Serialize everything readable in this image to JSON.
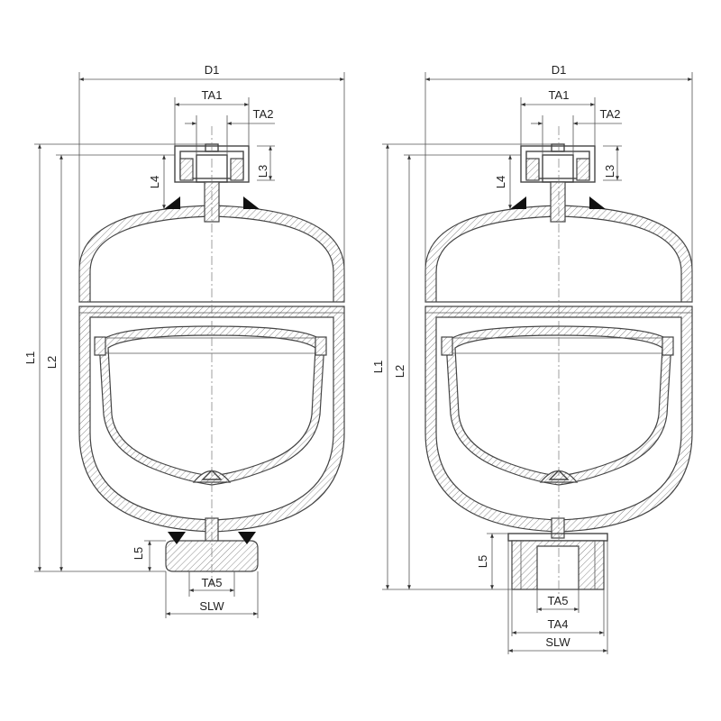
{
  "colors": {
    "line": "#444444",
    "dim": "#555555",
    "text": "#222222",
    "hatch": "#8a8a8a",
    "weld": "#111111"
  },
  "left_view": {
    "labels": {
      "d1": "D1",
      "ta1": "TA1",
      "ta2": "TA2",
      "l1": "L1",
      "l2": "L2",
      "l3": "L3",
      "l4": "L4",
      "l5": "L5",
      "ta5": "TA5",
      "slw": "SLW"
    }
  },
  "right_view": {
    "labels": {
      "d1": "D1",
      "ta1": "TA1",
      "ta2": "TA2",
      "l1": "L1",
      "l2": "L2",
      "l3": "L3",
      "l4": "L4",
      "l5": "L5",
      "ta5": "TA5",
      "ta4": "TA4",
      "slw": "SLW"
    }
  }
}
